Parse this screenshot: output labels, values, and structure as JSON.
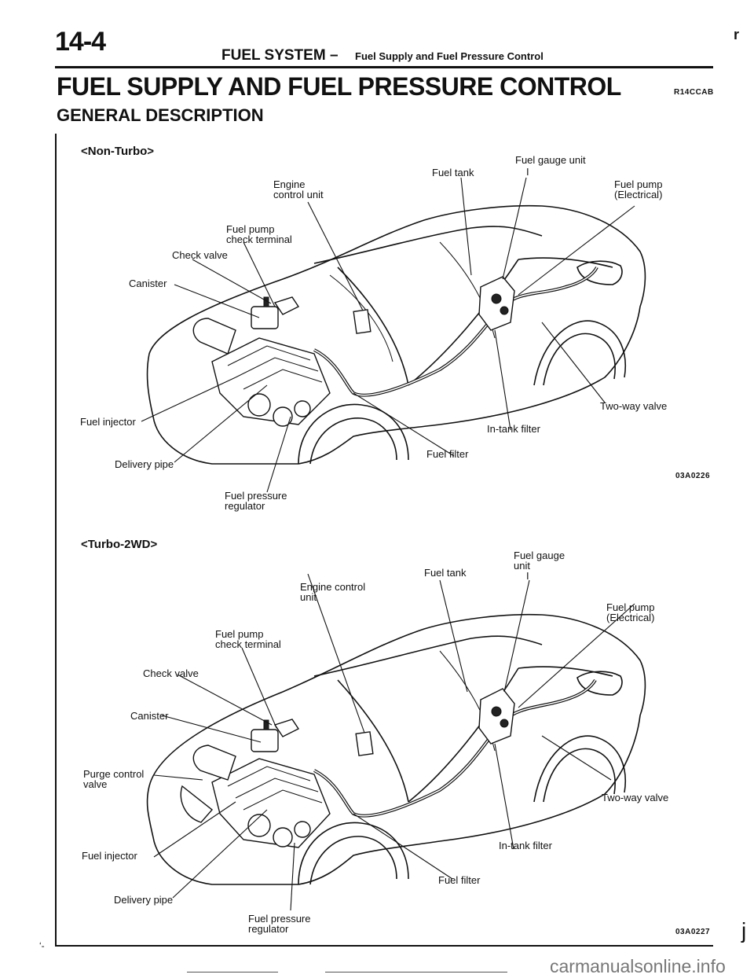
{
  "header": {
    "page_number": "14-4",
    "section_title": "FUEL SYSTEM",
    "section_separator": "–",
    "section_subtitle": "Fuel Supply and Fuel Pressure Control",
    "corner_mark": "r"
  },
  "title": "FUEL SUPPLY AND FUEL PRESSURE CONTROL",
  "title_code": "R14CCAB",
  "subtitle": "GENERAL DESCRIPTION",
  "diagrams": [
    {
      "variant": "<Non-Turbo>",
      "figure_code": "03A0226",
      "labels": {
        "fuel_gauge_unit": "Fuel gauge unit",
        "fuel_tank": "Fuel tank",
        "engine_control_unit_1": "Engine",
        "engine_control_unit_2": "control unit",
        "fuel_pump_electrical_1": "Fuel pump",
        "fuel_pump_electrical_2": "(Electrical)",
        "fuel_pump_check_terminal_1": "Fuel pump",
        "fuel_pump_check_terminal_2": "check terminal",
        "check_valve": "Check valve",
        "canister": "Canister",
        "fuel_injector": "Fuel injector",
        "delivery_pipe": "Delivery pipe",
        "fuel_pressure_regulator_1": "Fuel pressure",
        "fuel_pressure_regulator_2": "regulator",
        "fuel_filter": "Fuel filter",
        "in_tank_filter": "In-tank filter",
        "two_way_valve": "Two-way valve"
      }
    },
    {
      "variant": "<Turbo-2WD>",
      "figure_code": "03A0227",
      "labels": {
        "fuel_gauge_unit_1": "Fuel gauge",
        "fuel_gauge_unit_2": "unit",
        "fuel_tank": "Fuel tank",
        "engine_control_unit_1": "Engine control",
        "engine_control_unit_2": "unit",
        "fuel_pump_electrical_1": "Fuel pump",
        "fuel_pump_electrical_2": "(Electrical)",
        "fuel_pump_check_terminal_1": "Fuel pump",
        "fuel_pump_check_terminal_2": "check terminal",
        "check_valve": "Check valve",
        "canister": "Canister",
        "purge_control_valve_1": "Purge control",
        "purge_control_valve_2": "valve",
        "fuel_injector": "Fuel injector",
        "delivery_pipe": "Delivery pipe",
        "fuel_pressure_regulator_1": "Fuel pressure",
        "fuel_pressure_regulator_2": "regulator",
        "fuel_filter": "Fuel filter",
        "in_tank_filter": "In-tank filter",
        "two_way_valve": "Two-way valve"
      }
    }
  ],
  "footer": {
    "end_mark": "j",
    "left_mark": "‘-",
    "watermark": "carmanualsonline.info"
  }
}
